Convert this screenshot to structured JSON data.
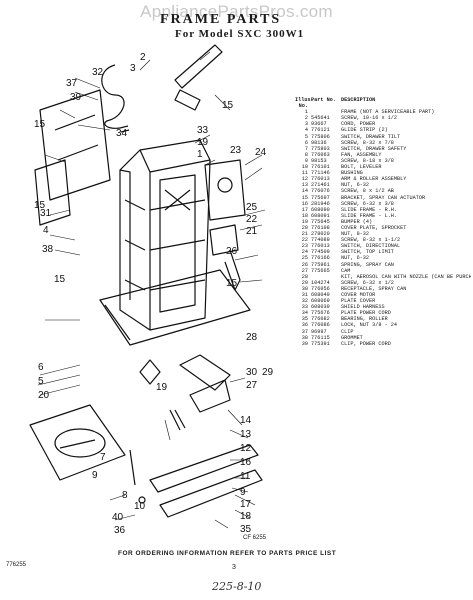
{
  "watermark": "AppliancePartsPros.com",
  "title": "FRAME PARTS",
  "model_line": "For Model  SXC 300W1",
  "legend": {
    "headers": [
      "Illus. No.",
      "Part No.",
      "DESCRIPTION"
    ],
    "rows": [
      [
        "1",
        "",
        "FRAME (NOT A SERVICEABLE PART)"
      ],
      [
        "2",
        "545641",
        "SCREW, 10-16 x 1/2"
      ],
      [
        "3",
        "93667",
        "CORD, POWER"
      ],
      [
        "4",
        "776121",
        "GLIDE STRIP (2)"
      ],
      [
        "5",
        "775806",
        "SWITCH, DRAWER TILT"
      ],
      [
        "6",
        "98136",
        "SCREW, 8-32 x 7/8"
      ],
      [
        "7",
        "775803",
        "SWITCH, DRAWER SAFETY"
      ],
      [
        "8",
        "776063",
        "FAN, ASSEMBLY"
      ],
      [
        "9",
        "98153",
        "SCREW, 8-18 x 3/8"
      ],
      [
        "10",
        "776101",
        "BOLT, LEVELER"
      ],
      [
        "11",
        "771146",
        "BUSHING"
      ],
      [
        "12",
        "776013",
        "ARM & ROLLER ASSEMBLY"
      ],
      [
        "13",
        "271461",
        "NUT, 6-32"
      ],
      [
        "14",
        "776076",
        "SCREW, 8 x 1/2 AB"
      ],
      [
        "15",
        "775697",
        "BRACKET, SPRAY CAN ACTUATOR"
      ],
      [
        "16",
        "281946",
        "SCREW, 6-32 x 3/8"
      ],
      [
        "17",
        "608090",
        "SLIDE FRAME - R.H."
      ],
      [
        "18",
        "608091",
        "SLIDE FRAME - L.H."
      ],
      [
        "19",
        "775645",
        "BUMPER (4)"
      ],
      [
        "20",
        "776108",
        "COVER PLATE, SPROCKET"
      ],
      [
        "21",
        "278020",
        "NUT, 8-32"
      ],
      [
        "22",
        "774089",
        "SCREW, 8-32 x 1-1/2"
      ],
      [
        "23",
        "776013",
        "SWITCH, DIRECTIONAL"
      ],
      [
        "24",
        "774509",
        "SWITCH, TOP LIMIT"
      ],
      [
        "25",
        "776166",
        "NUT, 6-32"
      ],
      [
        "26",
        "775961",
        "SPRING, SPRAY CAN"
      ],
      [
        "27",
        "775665",
        "CAM"
      ],
      [
        "28",
        "",
        "KIT, AEROSOL CAN WITH NOZZLE (CAN BE PURCHASED: SALES DIVISION WHIRLPOOL CORP., BENTON HARBOR, MICHIGAN)"
      ],
      [
        "29",
        "104274",
        "SCREW, 6-32 x 1/2"
      ],
      [
        "30",
        "776056",
        "RECEPTACLE, SPRAY CAN"
      ],
      [
        "31",
        "608049",
        "COVER MOTOR"
      ],
      [
        "32",
        "608069",
        "PLATE COVER"
      ],
      [
        "33",
        "608039",
        "SHIELD HARNESS"
      ],
      [
        "34",
        "775676",
        "PLATE POWER CORD"
      ],
      [
        "35",
        "776082",
        "BEARING, ROLLER"
      ],
      [
        "36",
        "776086",
        "LOCK, NUT 3/8 - 24"
      ],
      [
        "37",
        "96997",
        "CLIP"
      ],
      [
        "38",
        "776115",
        "GROMMET"
      ],
      [
        "39",
        "775391",
        "CLIP, POWER CORD"
      ]
    ]
  },
  "callouts": [
    "1",
    "2",
    "3",
    "4",
    "5",
    "6",
    "7",
    "8",
    "9",
    "10",
    "11",
    "12",
    "13",
    "14",
    "15",
    "16",
    "17",
    "18",
    "19",
    "20",
    "21",
    "22",
    "23",
    "24",
    "25",
    "26",
    "27",
    "28",
    "29",
    "30",
    "31",
    "32",
    "33",
    "34",
    "35",
    "36",
    "37",
    "38",
    "39",
    "40"
  ],
  "figure_code": "CF 6255",
  "footer": "FOR ORDERING INFORMATION REFER TO PARTS PRICE LIST",
  "page_number": "3",
  "lit_code": "776255",
  "handwriting": "225-8-10"
}
